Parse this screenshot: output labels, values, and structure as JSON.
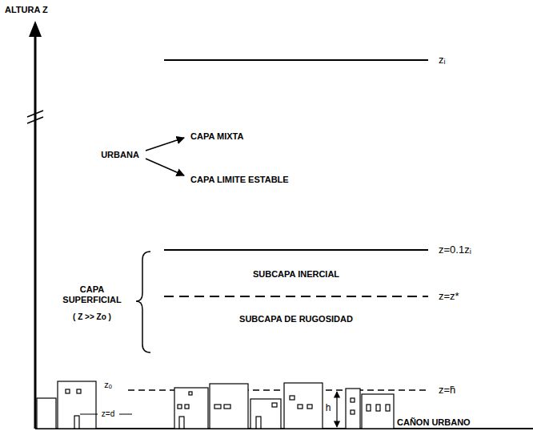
{
  "diagram": {
    "labels": [
      "ALTURA Z",
      "zᵢ",
      "URBANA",
      "CAPA MIXTA",
      "CAPA LIMITE ESTABLE",
      "z=0.1zᵢ",
      "SUBCAPA INERCIAL",
      "z=z*",
      "CAPA SUPERFICIAL",
      "( Z >> Zo )",
      "SUBCAPA DE RUGOSIDAD",
      "zₒ",
      "z=d",
      "z=h̄",
      "h",
      "CAÑON URBANO"
    ]
  }
}
